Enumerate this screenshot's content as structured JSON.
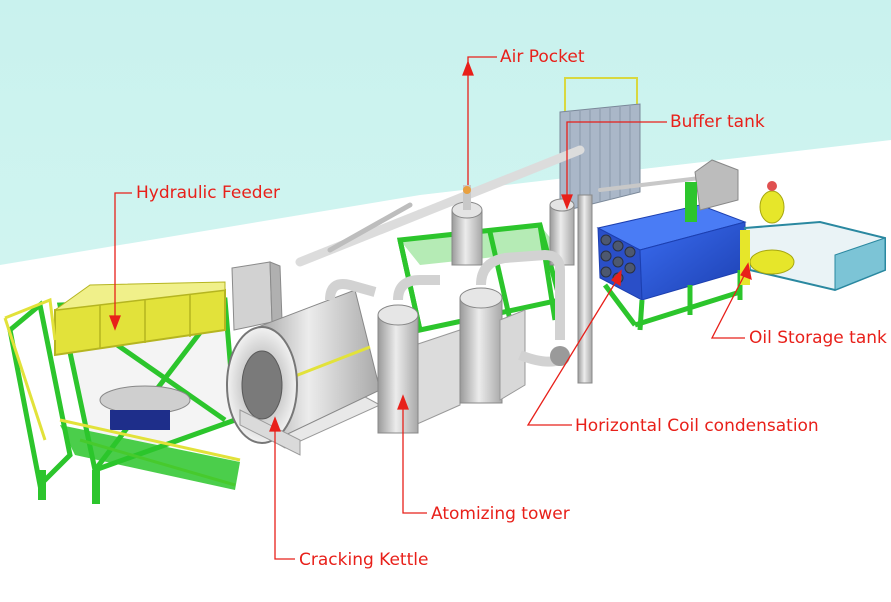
{
  "colors": {
    "sky": "#cdf3ef",
    "ground": "#ffffff",
    "frame_green": "#2cc52c",
    "platform_yellow": "#e2e23a",
    "tank_blue": "#2855d6",
    "vessel_gray": "#d4d4d4",
    "annotation_red": "#e8201a"
  },
  "labels": {
    "air_pocket": "Air Pocket",
    "buffer_tank": "Buffer tank",
    "hydraulic_feeder": "Hydraulic Feeder",
    "oil_storage_tank": "Oil Storage tank",
    "horizontal_coil": "Horizontal Coil condensation",
    "atomizing_tower": "Atomizing tower",
    "cracking_kettle": "Cracking Kettle"
  }
}
